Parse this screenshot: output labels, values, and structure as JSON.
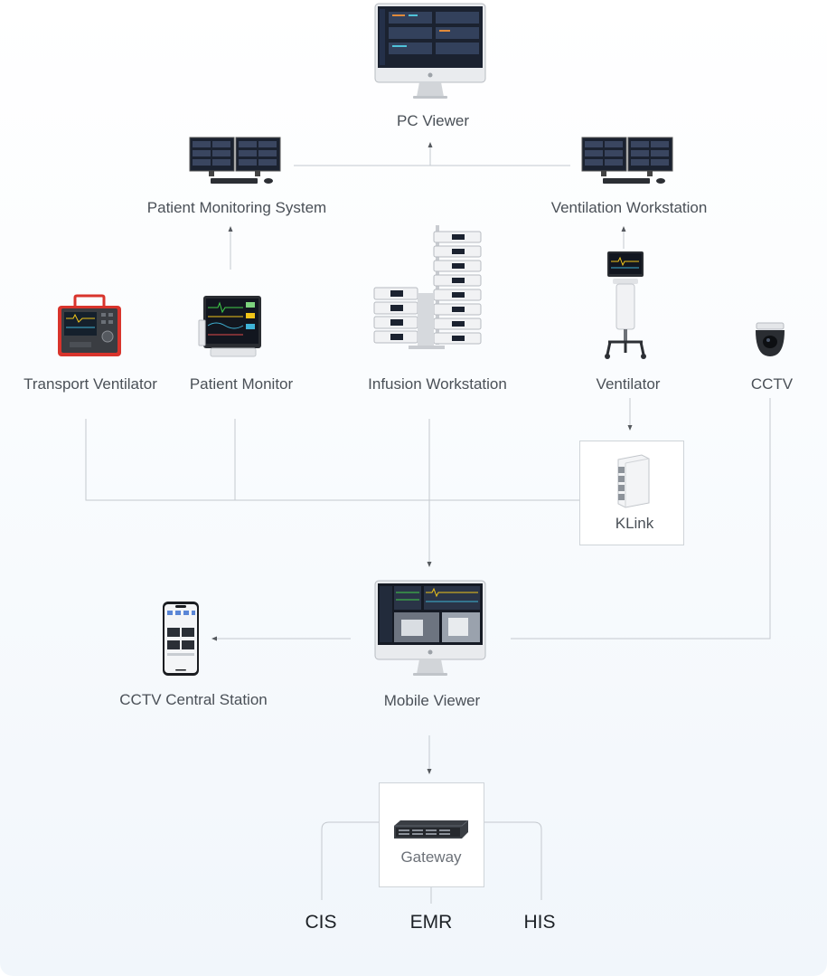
{
  "nodes": {
    "pc_viewer": "PC Viewer",
    "patient_monitoring_system": "Patient Monitoring System",
    "ventilation_workstation": "Ventilation Workstation",
    "transport_ventilator": "Transport Ventilator",
    "patient_monitor": "Patient Monitor",
    "infusion_workstation": "Infusion Workstation",
    "ventilator": "Ventilator",
    "cctv": "CCTV",
    "klink": "KLink",
    "cctv_central_station": "CCTV Central Station",
    "mobile_viewer": "Mobile Viewer",
    "gateway": "Gateway"
  },
  "systems": {
    "cis": "CIS",
    "emr": "EMR",
    "his": "HIS"
  },
  "colors": {
    "line": "#c4c9cf",
    "arrow": "#55595e",
    "label": "#4a5057",
    "label_strong": "#1d2126",
    "device_red": "#d8342c",
    "screen_dark": "#1b2230"
  },
  "icons": {
    "pc_viewer": "imac-monitor-icon",
    "monitoring_system": "dual-monitor-icon",
    "transport_ventilator": "transport-ventilator-icon",
    "patient_monitor": "patient-monitor-icon",
    "infusion": "infusion-pump-stack-icon",
    "ventilator": "ventilator-on-stand-icon",
    "cctv": "dome-camera-icon",
    "klink": "network-hub-icon",
    "phone": "smartphone-icon",
    "mobile_viewer": "imac-monitor-icon",
    "gateway": "rack-server-icon"
  }
}
